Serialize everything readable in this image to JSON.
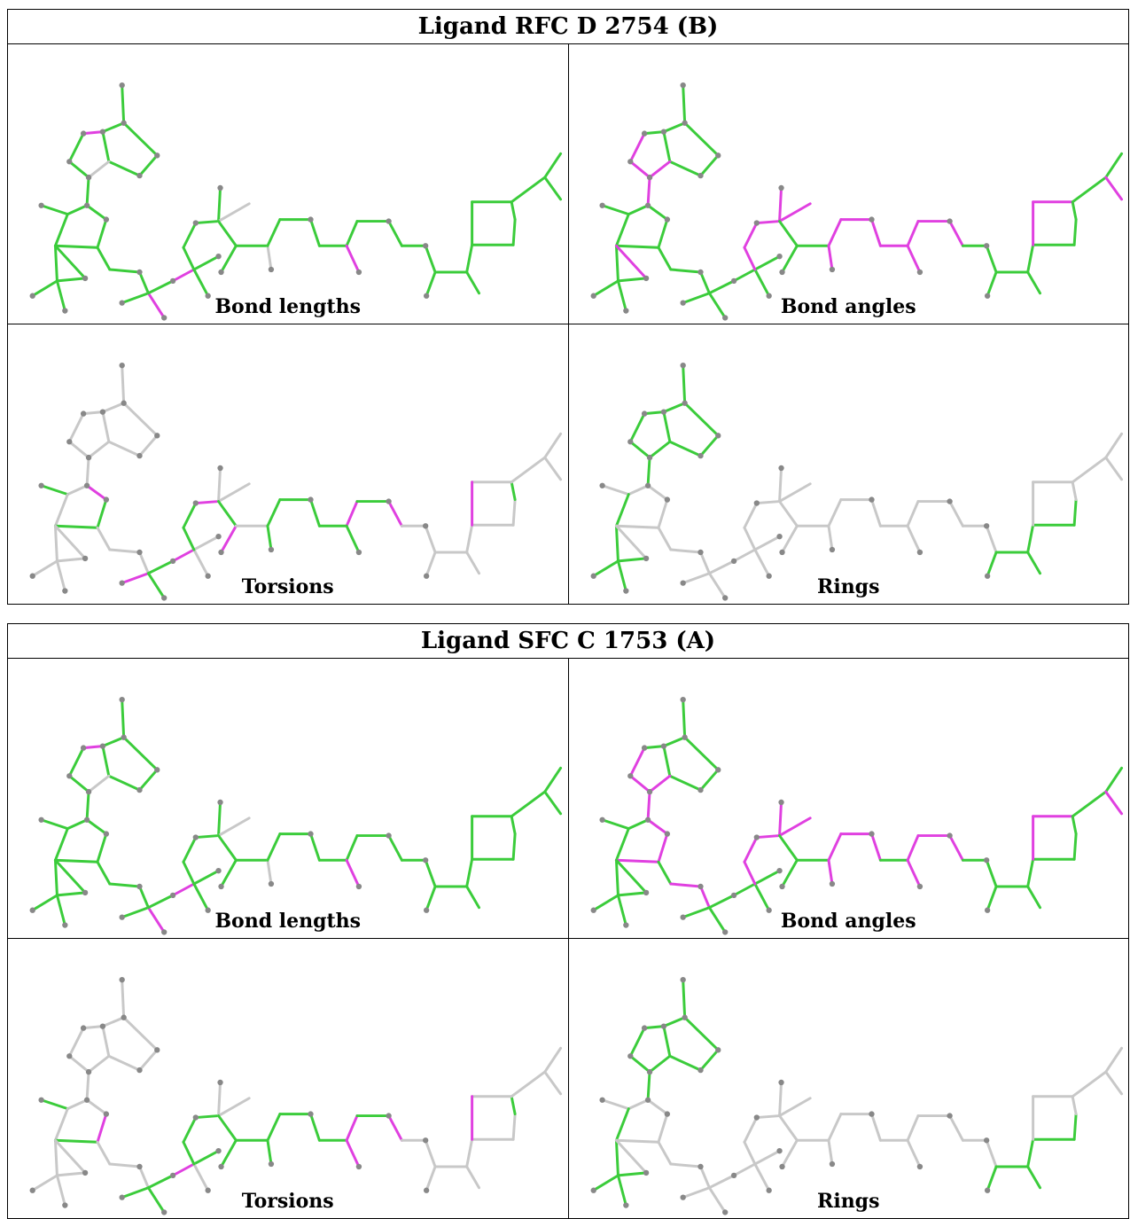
{
  "colors": {
    "ok": "#3bcc3b",
    "outlier": "#e040e0",
    "neutral": "#c8c8c8",
    "atom": "#888888"
  },
  "ligands": [
    {
      "title": "Ligand RFC D 2754 (B)",
      "panels": [
        {
          "caption": "Bond lengths",
          "bonds": {
            "bl0": "ok",
            "bl1": "ok",
            "bl2": "ok",
            "bl3": "ok",
            "bl4": "ok",
            "bl5": "ok",
            "bl6": "outlier",
            "bl7": "ok",
            "bl8": "ok",
            "bl9": "neutral",
            "bl10": "ok",
            "bl11": "ok",
            "bl12": "ok",
            "bl13": "ok",
            "bl14": "ok",
            "bl15": "ok",
            "bl16": "ok",
            "bl17": "ok",
            "bl18": "ok",
            "bl19": "ok",
            "bl20": "ok",
            "bl21": "ok",
            "bl22": "ok",
            "bl23": "ok",
            "bl24": "ok",
            "bl25": "outlier",
            "bl26": "ok",
            "bl27": "outlier",
            "bl28": "ok",
            "bl29": "ok",
            "bl30": "ok",
            "bl31": "ok",
            "bl32": "ok",
            "bl33": "ok",
            "bl34": "neutral",
            "bl35": "ok",
            "bl36": "ok",
            "bl37": "ok",
            "bl38": "neutral",
            "bl39": "ok",
            "bl40": "ok",
            "bl41": "ok",
            "bl42": "ok",
            "bl43": "ok",
            "bl44": "outlier",
            "bl45": "ok",
            "bl46": "ok",
            "bl47": "ok",
            "bl48": "ok",
            "bl49": "ok",
            "bl50": "ok",
            "bl51": "ok",
            "bl52": "ok",
            "bl53": "ok",
            "bl54": "ok",
            "bl55": "ok",
            "bl56": "ok",
            "bl57": "ok",
            "bl58": "ok",
            "bl59": "ok",
            "bl60": "ok",
            "bl61": "ok"
          }
        },
        {
          "caption": "Bond angles",
          "bonds": {
            "bl0": "ok",
            "bl1": "ok",
            "bl2": "ok",
            "bl3": "ok",
            "bl4": "ok",
            "bl5": "ok",
            "bl6": "ok",
            "bl7": "outlier",
            "bl8": "outlier",
            "bl9": "outlier",
            "bl10": "outlier",
            "bl11": "ok",
            "bl12": "ok",
            "bl13": "ok",
            "bl14": "ok",
            "bl15": "ok",
            "bl16": "ok",
            "bl17": "ok",
            "bl18": "ok",
            "bl19": "ok",
            "bl20": "ok",
            "bl21": "ok",
            "bl22": "ok",
            "bl23": "ok",
            "bl24": "ok",
            "bl25": "ok",
            "bl26": "ok",
            "bl27": "ok",
            "bl28": "ok",
            "bl29": "ok",
            "bl30": "outlier",
            "bl31": "outlier",
            "bl32": "outlier",
            "bl33": "outlier",
            "bl34": "outlier",
            "bl35": "ok",
            "bl36": "ok",
            "bl37": "ok",
            "bl38": "outlier",
            "bl39": "outlier",
            "bl40": "outlier",
            "bl41": "outlier",
            "bl42": "outlier",
            "bl43": "outlier",
            "bl44": "outlier",
            "bl45": "outlier",
            "bl46": "outlier",
            "bl47": "ok",
            "bl48": "ok",
            "bl49": "ok",
            "bl50": "ok",
            "bl51": "ok",
            "bl52": "ok",
            "bl53": "ok",
            "bl54": "ok",
            "bl55": "ok",
            "bl56": "outlier",
            "bl57": "outlier",
            "bl58": "ok",
            "bl59": "ok",
            "bl60": "outlier",
            "bl61": "outlier"
          }
        },
        {
          "caption": "Torsions",
          "bonds": {
            "bl0": "neutral",
            "bl1": "neutral",
            "bl2": "neutral",
            "bl3": "neutral",
            "bl4": "neutral",
            "bl5": "neutral",
            "bl6": "neutral",
            "bl7": "neutral",
            "bl8": "neutral",
            "bl9": "neutral",
            "bl10": "neutral",
            "bl11": "neutral",
            "bl12": "ok",
            "bl13": "neutral",
            "bl14": "neutral",
            "bl15": "neutral",
            "bl16": "neutral",
            "bl17": "neutral",
            "bl18": "ok",
            "bl19": "ok",
            "bl20": "outlier",
            "bl21": "neutral",
            "bl22": "neutral",
            "bl23": "neutral",
            "bl24": "outlier",
            "bl25": "ok",
            "bl26": "ok",
            "bl27": "outlier",
            "bl28": "neutral",
            "bl29": "neutral",
            "bl30": "ok",
            "bl31": "ok",
            "bl32": "outlier",
            "bl33": "neutral",
            "bl34": "neutral",
            "bl35": "ok",
            "bl36": "outlier",
            "bl37": "neutral",
            "bl38": "ok",
            "bl39": "ok",
            "bl40": "ok",
            "bl41": "ok",
            "bl42": "ok",
            "bl43": "outlier",
            "bl44": "ok",
            "bl45": "ok",
            "bl46": "outlier",
            "bl47": "neutral",
            "bl48": "neutral",
            "bl49": "neutral",
            "bl50": "neutral",
            "bl51": "neutral",
            "bl52": "neutral",
            "bl53": "neutral",
            "bl54": "neutral",
            "bl55": "ok",
            "bl56": "neutral",
            "bl57": "outlier",
            "bl58": "neutral",
            "bl59": "neutral",
            "bl60": "neutral",
            "bl61": "neutral"
          }
        },
        {
          "caption": "Rings",
          "bonds": {
            "bl0": "ok",
            "bl1": "ok",
            "bl2": "ok",
            "bl3": "ok",
            "bl4": "ok",
            "bl5": "ok",
            "bl6": "ok",
            "bl7": "ok",
            "bl8": "ok",
            "bl9": "ok",
            "bl10": "ok",
            "bl11": "neutral",
            "bl12": "neutral",
            "bl13": "ok",
            "bl14": "ok",
            "bl15": "ok",
            "bl16": "ok",
            "bl17": "ok",
            "bl18": "neutral",
            "bl19": "neutral",
            "bl20": "neutral",
            "bl21": "neutral",
            "bl22": "neutral",
            "bl23": "neutral",
            "bl24": "neutral",
            "bl25": "neutral",
            "bl26": "neutral",
            "bl27": "neutral",
            "bl28": "neutral",
            "bl29": "neutral",
            "bl30": "neutral",
            "bl31": "neutral",
            "bl32": "neutral",
            "bl33": "neutral",
            "bl34": "neutral",
            "bl35": "neutral",
            "bl36": "neutral",
            "bl37": "neutral",
            "bl38": "neutral",
            "bl39": "neutral",
            "bl40": "neutral",
            "bl41": "neutral",
            "bl42": "neutral",
            "bl43": "neutral",
            "bl44": "neutral",
            "bl45": "neutral",
            "bl46": "neutral",
            "bl47": "neutral",
            "bl48": "neutral",
            "bl49": "ok",
            "bl50": "ok",
            "bl51": "ok",
            "bl52": "ok",
            "bl53": "ok",
            "bl54": "ok",
            "bl55": "neutral",
            "bl56": "neutral",
            "bl57": "neutral",
            "bl58": "neutral",
            "bl59": "neutral",
            "bl60": "neutral",
            "bl61": "neutral"
          }
        }
      ]
    },
    {
      "title": "Ligand SFC C 1753 (A)",
      "panels": [
        {
          "caption": "Bond lengths",
          "bonds": {
            "bl0": "ok",
            "bl1": "ok",
            "bl2": "ok",
            "bl3": "ok",
            "bl4": "ok",
            "bl5": "ok",
            "bl6": "outlier",
            "bl7": "ok",
            "bl8": "ok",
            "bl9": "neutral",
            "bl10": "ok",
            "bl11": "ok",
            "bl12": "ok",
            "bl13": "ok",
            "bl14": "ok",
            "bl15": "ok",
            "bl16": "ok",
            "bl17": "ok",
            "bl18": "ok",
            "bl19": "ok",
            "bl20": "ok",
            "bl21": "ok",
            "bl22": "ok",
            "bl23": "ok",
            "bl24": "ok",
            "bl25": "outlier",
            "bl26": "ok",
            "bl27": "outlier",
            "bl28": "ok",
            "bl29": "ok",
            "bl30": "ok",
            "bl31": "ok",
            "bl32": "ok",
            "bl33": "ok",
            "bl34": "neutral",
            "bl35": "ok",
            "bl36": "ok",
            "bl37": "ok",
            "bl38": "neutral",
            "bl39": "ok",
            "bl40": "ok",
            "bl41": "ok",
            "bl42": "ok",
            "bl43": "ok",
            "bl44": "outlier",
            "bl45": "ok",
            "bl46": "ok",
            "bl47": "ok",
            "bl48": "ok",
            "bl49": "ok",
            "bl50": "ok",
            "bl51": "ok",
            "bl52": "ok",
            "bl53": "ok",
            "bl54": "ok",
            "bl55": "ok",
            "bl56": "ok",
            "bl57": "ok",
            "bl58": "ok",
            "bl59": "ok",
            "bl60": "ok",
            "bl61": "ok"
          }
        },
        {
          "caption": "Bond angles",
          "bonds": {
            "bl0": "ok",
            "bl1": "ok",
            "bl2": "ok",
            "bl3": "ok",
            "bl4": "ok",
            "bl5": "ok",
            "bl6": "ok",
            "bl7": "outlier",
            "bl8": "outlier",
            "bl9": "outlier",
            "bl10": "outlier",
            "bl11": "ok",
            "bl12": "ok",
            "bl13": "ok",
            "bl14": "ok",
            "bl15": "ok",
            "bl16": "ok",
            "bl17": "ok",
            "bl18": "outlier",
            "bl19": "outlier",
            "bl20": "outlier",
            "bl21": "ok",
            "bl22": "outlier",
            "bl23": "outlier",
            "bl24": "ok",
            "bl25": "ok",
            "bl26": "ok",
            "bl27": "ok",
            "bl28": "ok",
            "bl29": "ok",
            "bl30": "outlier",
            "bl31": "outlier",
            "bl32": "outlier",
            "bl33": "outlier",
            "bl34": "outlier",
            "bl35": "ok",
            "bl36": "ok",
            "bl37": "ok",
            "bl38": "outlier",
            "bl39": "outlier",
            "bl40": "outlier",
            "bl41": "outlier",
            "bl42": "ok",
            "bl43": "outlier",
            "bl44": "outlier",
            "bl45": "outlier",
            "bl46": "outlier",
            "bl47": "ok",
            "bl48": "ok",
            "bl49": "ok",
            "bl50": "ok",
            "bl51": "ok",
            "bl52": "ok",
            "bl53": "ok",
            "bl54": "ok",
            "bl55": "ok",
            "bl56": "outlier",
            "bl57": "outlier",
            "bl58": "ok",
            "bl59": "ok",
            "bl60": "outlier",
            "bl61": "ok"
          }
        },
        {
          "caption": "Torsions",
          "bonds": {
            "bl0": "neutral",
            "bl1": "neutral",
            "bl2": "neutral",
            "bl3": "neutral",
            "bl4": "neutral",
            "bl5": "neutral",
            "bl6": "neutral",
            "bl7": "neutral",
            "bl8": "neutral",
            "bl9": "neutral",
            "bl10": "neutral",
            "bl11": "neutral",
            "bl12": "ok",
            "bl13": "neutral",
            "bl14": "neutral",
            "bl15": "neutral",
            "bl16": "neutral",
            "bl17": "neutral",
            "bl18": "ok",
            "bl19": "outlier",
            "bl20": "neutral",
            "bl21": "neutral",
            "bl22": "neutral",
            "bl23": "neutral",
            "bl24": "ok",
            "bl25": "ok",
            "bl26": "ok",
            "bl27": "outlier",
            "bl28": "ok",
            "bl29": "neutral",
            "bl30": "ok",
            "bl31": "ok",
            "bl32": "ok",
            "bl33": "neutral",
            "bl34": "neutral",
            "bl35": "ok",
            "bl36": "ok",
            "bl37": "ok",
            "bl38": "ok",
            "bl39": "ok",
            "bl40": "ok",
            "bl41": "ok",
            "bl42": "ok",
            "bl43": "outlier",
            "bl44": "outlier",
            "bl45": "ok",
            "bl46": "outlier",
            "bl47": "neutral",
            "bl48": "neutral",
            "bl49": "neutral",
            "bl50": "neutral",
            "bl51": "neutral",
            "bl52": "neutral",
            "bl53": "neutral",
            "bl54": "neutral",
            "bl55": "ok",
            "bl56": "neutral",
            "bl57": "outlier",
            "bl58": "neutral",
            "bl59": "neutral",
            "bl60": "neutral",
            "bl61": "neutral"
          }
        },
        {
          "caption": "Rings",
          "bonds": {
            "bl0": "ok",
            "bl1": "ok",
            "bl2": "ok",
            "bl3": "ok",
            "bl4": "ok",
            "bl5": "ok",
            "bl6": "ok",
            "bl7": "ok",
            "bl8": "ok",
            "bl9": "ok",
            "bl10": "ok",
            "bl11": "neutral",
            "bl12": "neutral",
            "bl13": "ok",
            "bl14": "ok",
            "bl15": "ok",
            "bl16": "ok",
            "bl17": "ok",
            "bl18": "neutral",
            "bl19": "neutral",
            "bl20": "neutral",
            "bl21": "neutral",
            "bl22": "neutral",
            "bl23": "neutral",
            "bl24": "neutral",
            "bl25": "neutral",
            "bl26": "neutral",
            "bl27": "neutral",
            "bl28": "neutral",
            "bl29": "neutral",
            "bl30": "neutral",
            "bl31": "neutral",
            "bl32": "neutral",
            "bl33": "neutral",
            "bl34": "neutral",
            "bl35": "neutral",
            "bl36": "neutral",
            "bl37": "neutral",
            "bl38": "neutral",
            "bl39": "neutral",
            "bl40": "neutral",
            "bl41": "neutral",
            "bl42": "neutral",
            "bl43": "neutral",
            "bl44": "neutral",
            "bl45": "neutral",
            "bl46": "neutral",
            "bl47": "neutral",
            "bl48": "neutral",
            "bl49": "ok",
            "bl50": "ok",
            "bl51": "ok",
            "bl52": "ok",
            "bl53": "ok",
            "bl54": "ok",
            "bl55": "neutral",
            "bl56": "neutral",
            "bl57": "neutral",
            "bl58": "neutral",
            "bl59": "neutral",
            "bl60": "neutral",
            "bl61": "neutral"
          }
        }
      ]
    }
  ]
}
